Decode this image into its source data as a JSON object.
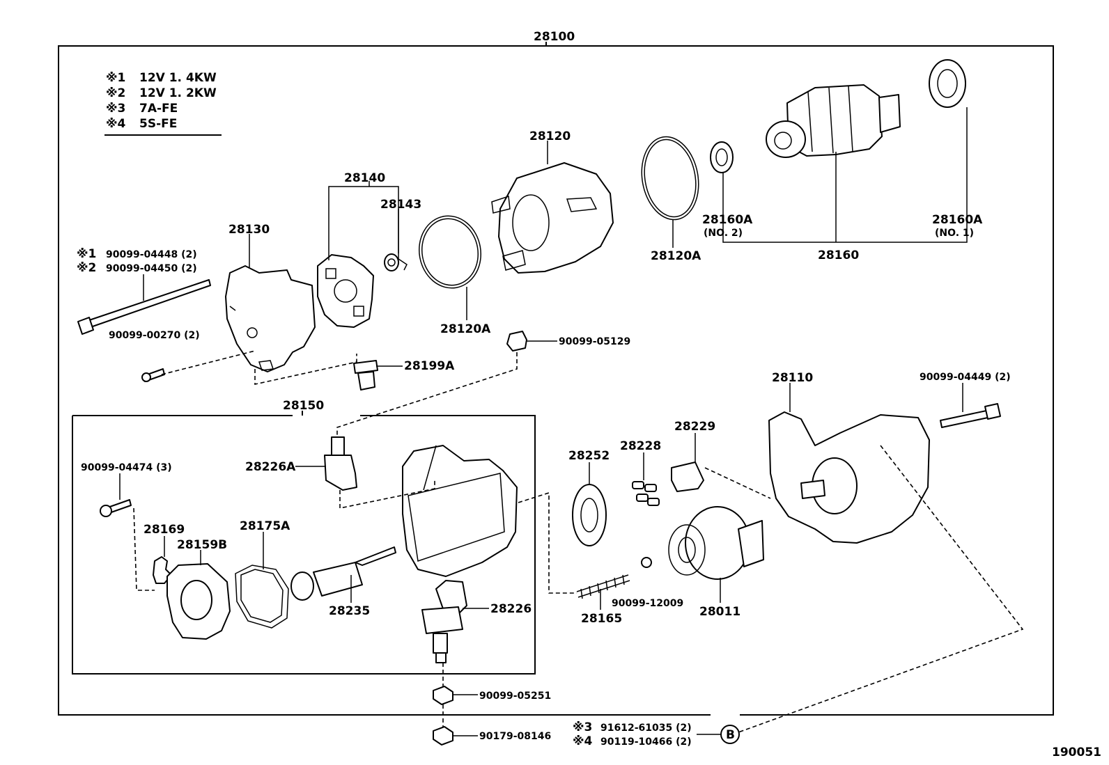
{
  "assembly": {
    "number": "28100",
    "figure_id": "190051"
  },
  "legend": [
    {
      "mark": "※1",
      "text": "12V 1. 4KW"
    },
    {
      "mark": "※2",
      "text": "12V 1. 2KW"
    },
    {
      "mark": "※3",
      "text": "7A-FE"
    },
    {
      "mark": "※4",
      "text": "5S-FE"
    }
  ],
  "labels": {
    "p28120": "28120",
    "p28140": "28140",
    "p28143": "28143",
    "p28130": "28130",
    "p28160A_no2": "28160A",
    "p28160A_no2_sub": "(NO. 2)",
    "p28160A_no1": "28160A",
    "p28160A_no1_sub": "(NO. 1)",
    "p28160": "28160",
    "p28120A_right": "28120A",
    "p28120A_left": "28120A",
    "bolt_long_mark1": "※1",
    "bolt_long_1": "90099-04448 (2)",
    "bolt_long_mark2": "※2",
    "bolt_long_2": "90099-04450 (2)",
    "screw_90099_00270": "90099-00270 (2)",
    "p28199A": "28199A",
    "nut_90099_05129": "90099-05129",
    "p28150": "28150",
    "p28110": "28110",
    "bolt_90099_04449": "90099-04449 (2)",
    "screw_90099_04474": "90099-04474 (3)",
    "p28226A": "28226A",
    "p28252": "28252",
    "p28228": "28228",
    "p28229": "28229",
    "p28169": "28169",
    "p28159B": "28159B",
    "p28175A": "28175A",
    "p28235": "28235",
    "p28226": "28226",
    "p28165": "28165",
    "ball_90099_12009": "90099-12009",
    "p28011": "28011",
    "nut_90099_05251": "90099-05251",
    "nut_90179_08146": "90179-08146",
    "ref_mark3": "※3",
    "ref_91612": "91612-61035 (2)",
    "ref_mark4": "※4",
    "ref_90119": "90119-10466 (2)",
    "callout_b": "B"
  }
}
